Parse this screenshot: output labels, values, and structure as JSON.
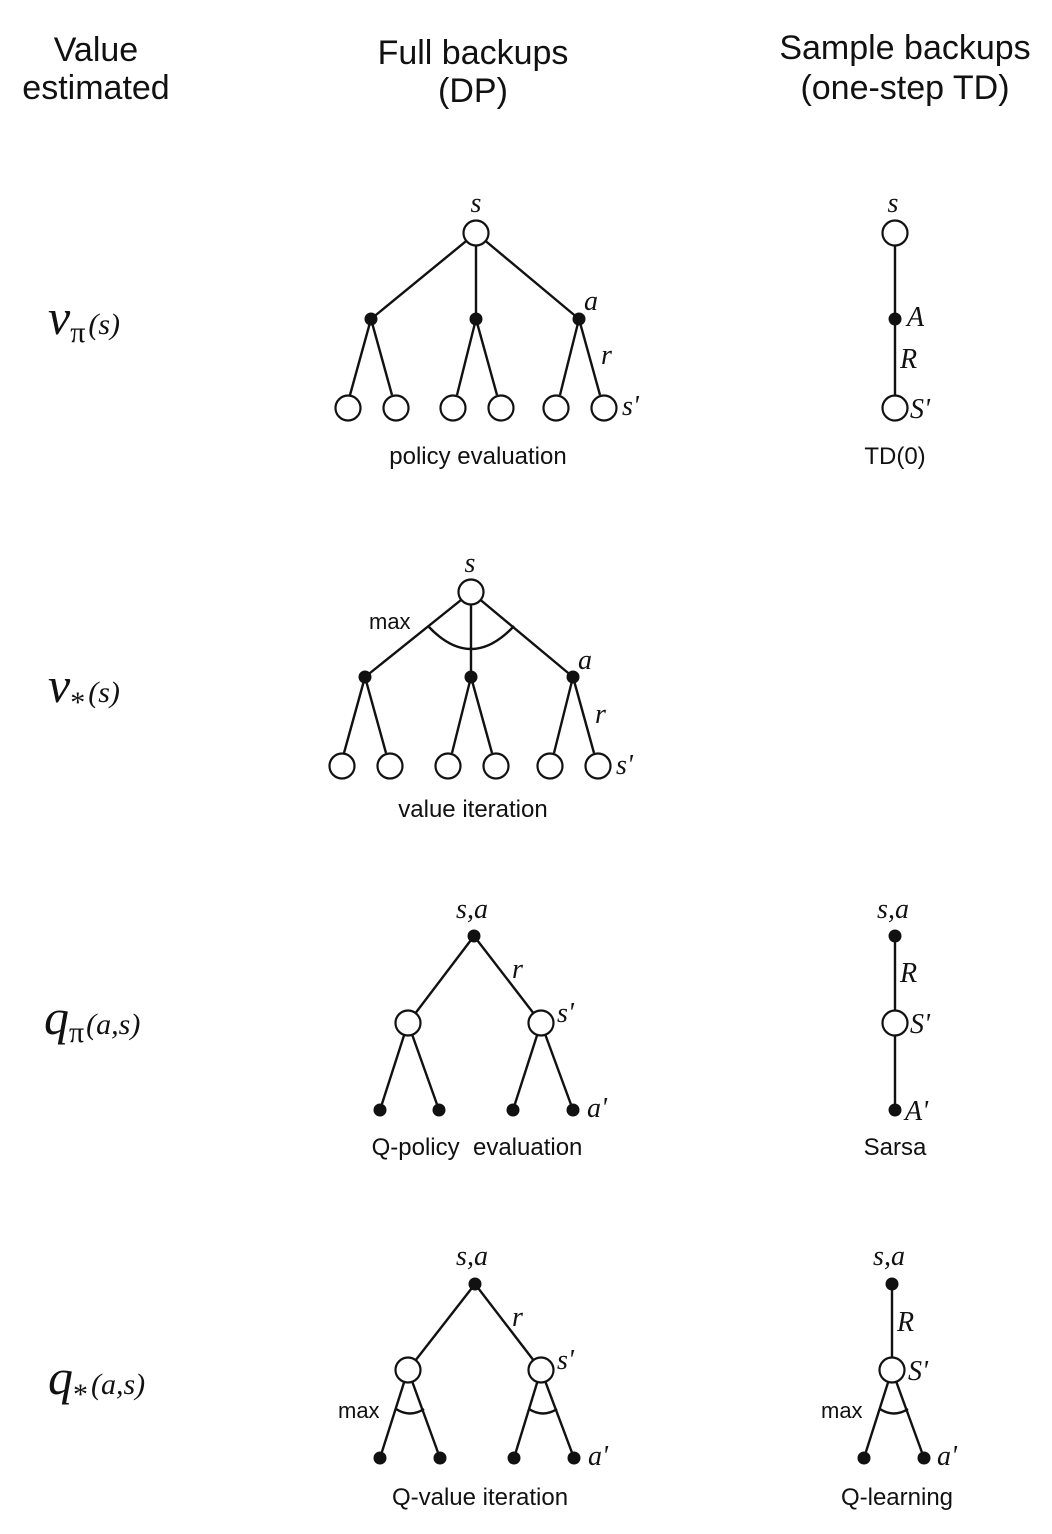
{
  "headers": {
    "value_line1": "Value",
    "value_line2": "estimated",
    "full_line1": "Full backups",
    "full_line2": "(DP)",
    "sample_line1": "Sample backups",
    "sample_line2": "(one-step TD)"
  },
  "rows": [
    {
      "value": {
        "base": "v",
        "sub": "π",
        "args": "(s)"
      },
      "full": {
        "caption": "policy evaluation",
        "labels": {
          "root": "s",
          "action": "a",
          "reward": "r",
          "next": "s'"
        }
      },
      "sample": {
        "caption": "TD(0)",
        "labels": {
          "root": "s",
          "action": "A",
          "reward": "R",
          "next": "S'"
        }
      }
    },
    {
      "value": {
        "base": "v",
        "sub": "*",
        "args": "(s)"
      },
      "full": {
        "caption": "value iteration",
        "labels": {
          "root": "s",
          "action": "a",
          "reward": "r",
          "next": "s'",
          "max": "max"
        }
      }
    },
    {
      "value": {
        "base": "q",
        "sub": "π",
        "args": "(a,s)"
      },
      "full": {
        "caption": "Q-policy  evaluation",
        "labels": {
          "root": "s,a",
          "reward": "r",
          "next": "s'",
          "action": "a'"
        }
      },
      "sample": {
        "caption": "Sarsa",
        "labels": {
          "root": "s,a",
          "reward": "R",
          "next": "S'",
          "action": "A'"
        }
      }
    },
    {
      "value": {
        "base": "q",
        "sub": "*",
        "args": "(a,s)"
      },
      "full": {
        "caption": "Q-value iteration",
        "labels": {
          "root": "s,a",
          "reward": "r",
          "next": "s'",
          "action": "a'",
          "max": "max"
        }
      },
      "sample": {
        "caption": "Q-learning",
        "labels": {
          "root": "s,a",
          "reward": "R",
          "next": "S'",
          "action": "a'",
          "max": "max"
        }
      }
    }
  ]
}
